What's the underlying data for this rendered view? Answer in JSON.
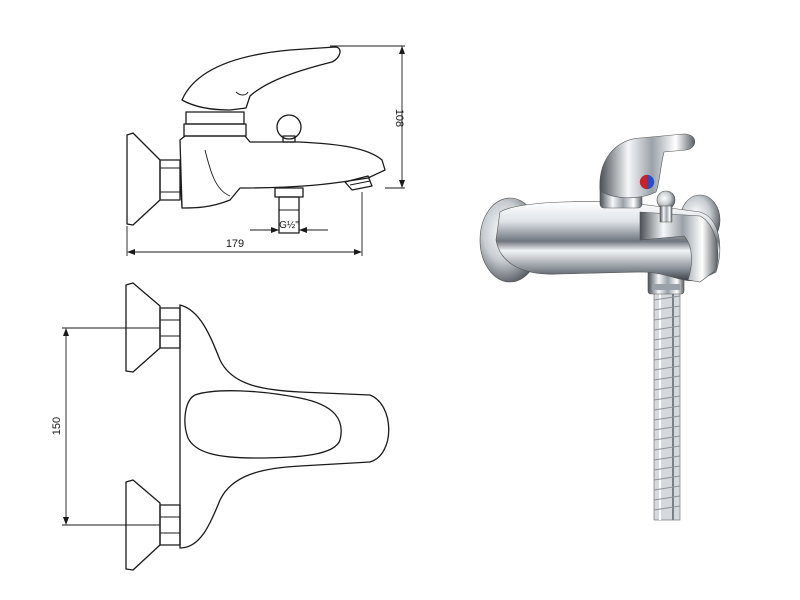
{
  "dimensions": {
    "height_label": "108",
    "width_label": "179",
    "thread_label": "G½\"",
    "spacing_label": "150"
  },
  "colors": {
    "line": "#1a1a1a",
    "chrome_light": "#f4f6f8",
    "chrome_dark": "#3a3f45",
    "hot_indicator": "#d21f26",
    "cold_indicator": "#1f4fd2"
  }
}
